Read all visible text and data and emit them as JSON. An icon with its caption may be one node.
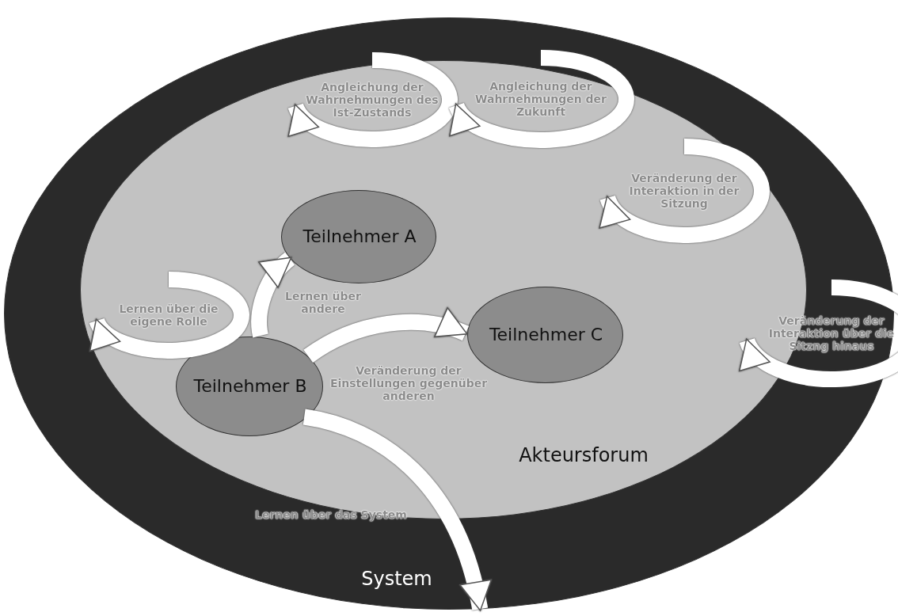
{
  "diagram": {
    "nodes": [
      {
        "text": [
          "System"
        ]
      },
      {
        "text": [
          "Akteursforum"
        ],
        "in": 0
      },
      {
        "text": [
          "Teilnehmer A"
        ],
        "in": 1
      },
      {
        "text": [
          "Teilnehmer C"
        ],
        "in": 1
      },
      {
        "text": [
          "Teilnehmer B"
        ],
        "in": 1
      }
    ],
    "edges": [
      {
        "from": 4,
        "to": 2,
        "arrow": "to",
        "label": "Lernen über andere"
      },
      {
        "from": 4,
        "to": 3,
        "arrow": "to",
        "label": "Veränderung der Einstellungen gegenüber anderen"
      },
      {
        "from": 4,
        "to": 0,
        "arrow": "to",
        "label": "Lernen über das System"
      }
    ],
    "labels": [
      "Angleichung der Wahrnehmungen des Ist-Zustands",
      "Angleichung der Wahrnehmungen der Zukunft",
      "Veränderung der Interaktion in der Sitzung",
      "Lernen über die eigene Rolle",
      "Veränderung der Interaktion über die Sitzng hinaus"
    ]
  }
}
